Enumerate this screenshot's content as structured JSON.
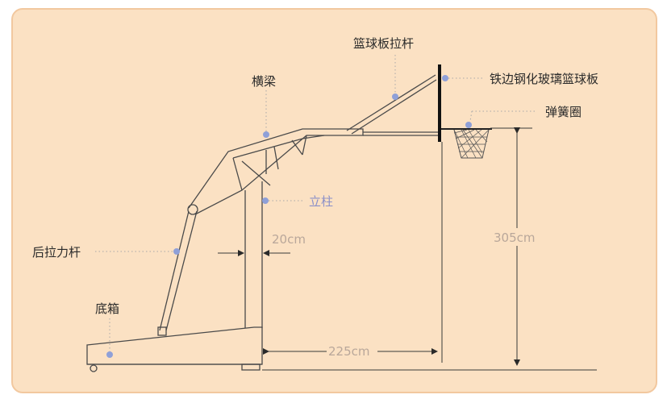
{
  "labels": {
    "backboard_arm": "篮球板拉杆",
    "glass_backboard": "铁边钢化玻璃篮球板",
    "crossbeam": "横梁",
    "rim": "弹簧圈",
    "column": "立柱",
    "rear_brace": "后拉力杆",
    "base_box": "底箱"
  },
  "dimensions": {
    "column_width": "20cm",
    "rim_height": "305cm",
    "reach": "225cm"
  },
  "colors": {
    "background": "#fbe1c3",
    "border": "#f2c89f",
    "marker_dot": "#8fa0d8",
    "column_label": "#8a8fc8",
    "dimension_text": "#b9a79a"
  }
}
